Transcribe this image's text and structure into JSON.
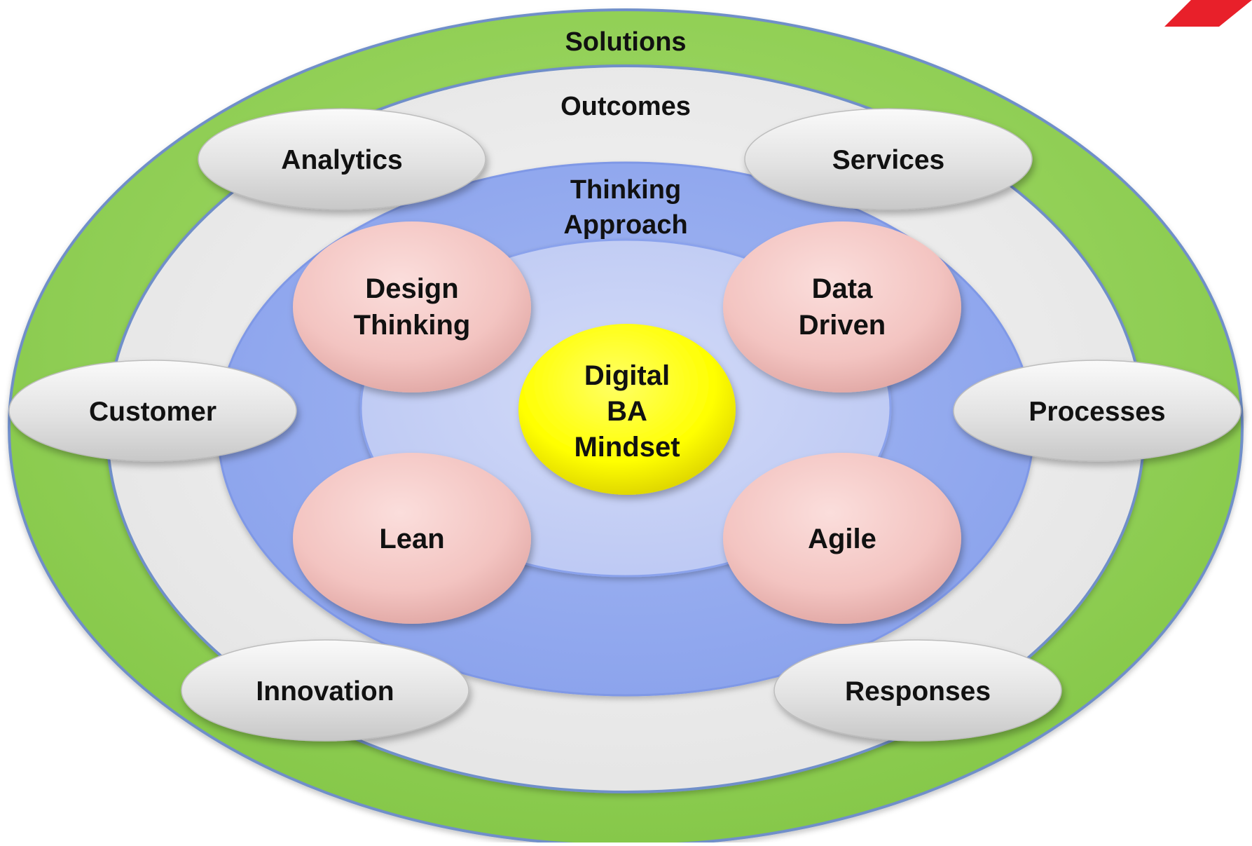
{
  "rings": {
    "solutions": {
      "label": "Solutions",
      "color": "#92d050"
    },
    "outcomes": {
      "label": "Outcomes",
      "color": "#ececec"
    },
    "thinking": {
      "label_line1": "Thinking",
      "label_line2": "Approach",
      "color": "#91a9ee"
    },
    "inner": {
      "color": "#c5cff5"
    }
  },
  "center": {
    "line1": "Digital",
    "line2": "BA",
    "line3": "Mindset",
    "color": "#ffff00"
  },
  "thinking_items": {
    "design_thinking": {
      "line1": "Design",
      "line2": "Thinking"
    },
    "data_driven": {
      "line1": "Data",
      "line2": "Driven"
    },
    "lean": {
      "label": "Lean"
    },
    "agile": {
      "label": "Agile"
    },
    "color": "#f5c9c6"
  },
  "outcome_items": {
    "analytics": "Analytics",
    "services": "Services",
    "customer": "Customer",
    "processes": "Processes",
    "innovation": "Innovation",
    "responses": "Responses",
    "color": "#e6e6e6"
  },
  "logo": {
    "color": "#e8202a"
  }
}
